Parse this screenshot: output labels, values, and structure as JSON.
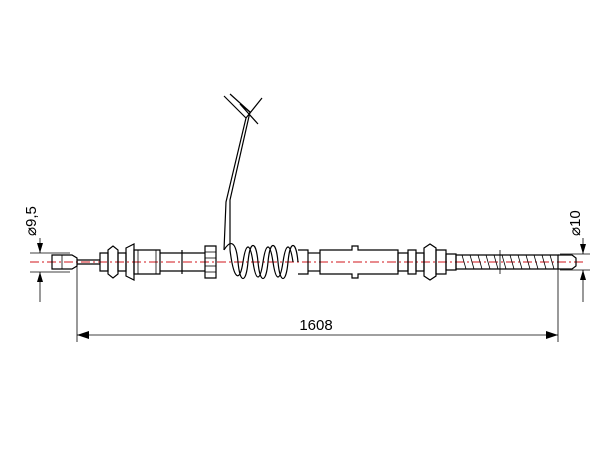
{
  "dimensions": {
    "overall_length": "1608",
    "left_diameter": "⌀9,5",
    "right_diameter": "⌀10"
  },
  "colors": {
    "line": "#000000",
    "centerline": "#d0141b",
    "background": "#ffffff"
  }
}
